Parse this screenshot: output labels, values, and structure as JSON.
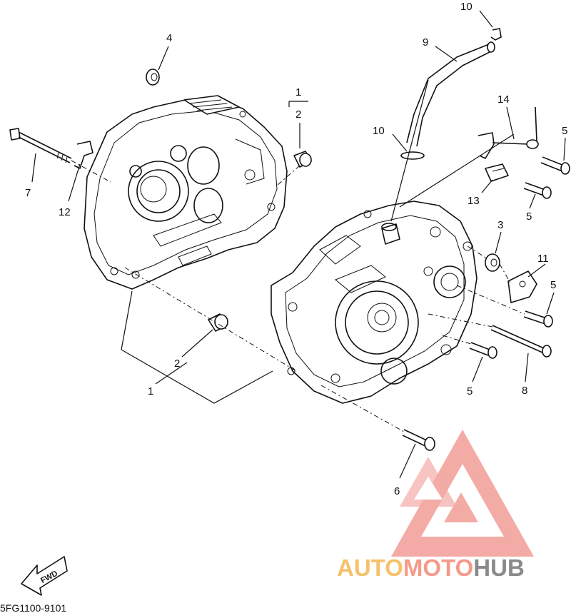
{
  "diagram_code": "5FG1100-9101",
  "fwd_label": "FWD",
  "watermark": {
    "part1": "AUTO",
    "part2": "MOTO",
    "part3": "HUB",
    "color_auto": "#f5c26b",
    "color_moto": "#f59a8a",
    "color_hub": "#8a8a8a",
    "logo_color": "#f08f89"
  },
  "callouts": {
    "c4": "4",
    "c1_top": "1",
    "c2_top": "2",
    "c7": "7",
    "c12": "12",
    "c10_top": "10",
    "c9": "9",
    "c10_mid": "10",
    "c14": "14",
    "c5_a": "5",
    "c13": "13",
    "c5_b": "5",
    "c3": "3",
    "c11": "11",
    "c5_c": "5",
    "c5_d": "5",
    "c8": "8",
    "c2_bottom": "2",
    "c1_bottom": "1",
    "c6": "6"
  }
}
